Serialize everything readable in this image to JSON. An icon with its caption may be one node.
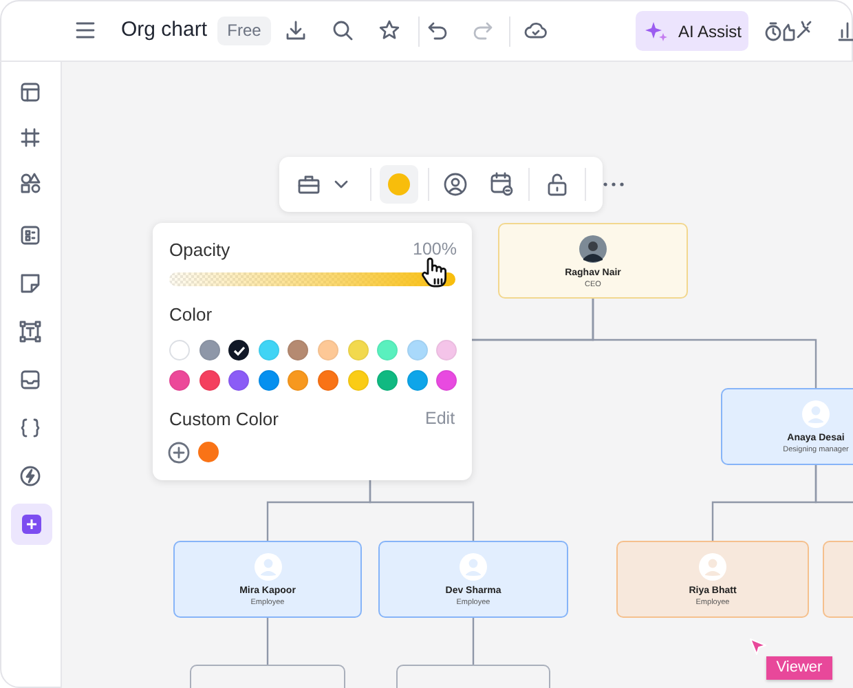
{
  "diagram": {
    "nodes": [
      {
        "text": [
          "Raghav Nair",
          "CEO"
        ]
      },
      {
        "text": [
          "Anaya Desai",
          "Designing manager"
        ]
      },
      {
        "text": [
          "Mira Kapoor",
          "Employee"
        ]
      },
      {
        "text": [
          "Dev Sharma",
          "Employee"
        ]
      },
      {
        "text": [
          "Riya Bhatt",
          "Employee"
        ]
      },
      {
        "text": [],
        "shape": "box"
      },
      {
        "text": [],
        "shape": "box"
      },
      {
        "text": [],
        "shape": "box"
      }
    ],
    "edges": [
      {
        "from": 0,
        "to": 1,
        "arrow": "none"
      },
      {
        "from": 0,
        "to": 2,
        "arrow": "none"
      },
      {
        "from": 0,
        "to": 3,
        "arrow": "none"
      },
      {
        "from": 1,
        "to": 4,
        "arrow": "none"
      },
      {
        "from": 1,
        "to": 5,
        "arrow": "none"
      },
      {
        "from": 2,
        "to": 6,
        "arrow": "none"
      },
      {
        "from": 3,
        "to": 7,
        "arrow": "none"
      }
    ],
    "labels": [
      "Org chart",
      "Free",
      "AI Assist",
      "Opacity",
      "100%",
      "Color",
      "Custom Color",
      "Edit",
      "Viewer"
    ]
  }
}
